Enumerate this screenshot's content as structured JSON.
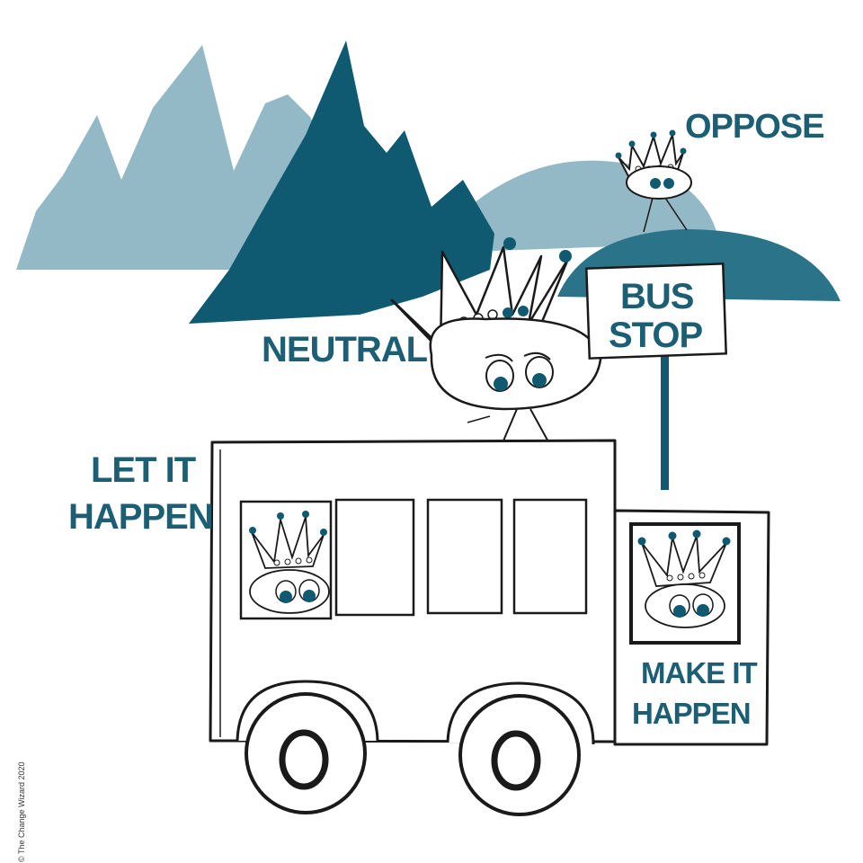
{
  "labels": {
    "oppose": "OPPOSE",
    "neutral": "NEUTRAL",
    "let_it_happen_line1": "LET IT",
    "let_it_happen_line2": "HAPPEN",
    "make_it_happen_line1": "MAKE IT",
    "make_it_happen_line2": "HAPPEN",
    "bus_stop_line1": "BUS",
    "bus_stop_line2": "STOP"
  },
  "copyright": "© The Change Wizard 2020",
  "colors": {
    "dark_teal": "#0f5a70",
    "light_teal": "#93b9c6",
    "mid_teal": "#2a7389",
    "text_teal": "#1c5f74",
    "ink": "#1a1a1a",
    "background": "#ffffff"
  },
  "icons": [
    "crown-character",
    "bus",
    "bus-stop-sign",
    "mountain"
  ]
}
